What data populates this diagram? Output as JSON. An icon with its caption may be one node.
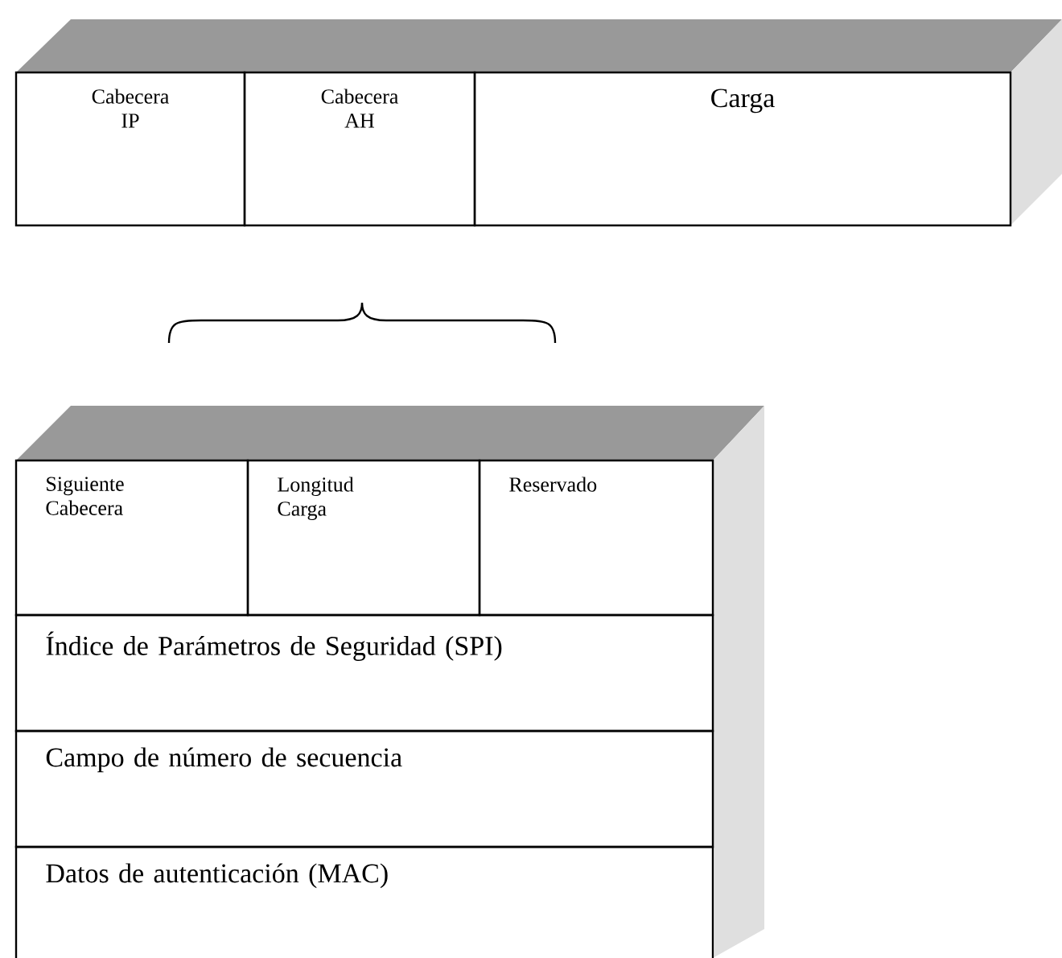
{
  "diagram": {
    "nodes": [
      {
        "text": [
          "Cabecera IP"
        ]
      },
      {
        "text": [
          "Cabecera AH"
        ]
      },
      {
        "text": [
          "Carga"
        ]
      },
      {
        "text": [
          "Siguiente Cabecera"
        ]
      },
      {
        "text": [
          "Longitud Carga"
        ]
      },
      {
        "text": [
          "Reservado"
        ]
      },
      {
        "text": [
          "Índice de Parámetros de Seguridad (SPI)"
        ]
      },
      {
        "text": [
          "Campo de número de secuencia"
        ]
      },
      {
        "text": [
          "Datos de autenticación  (MAC)"
        ]
      }
    ]
  }
}
